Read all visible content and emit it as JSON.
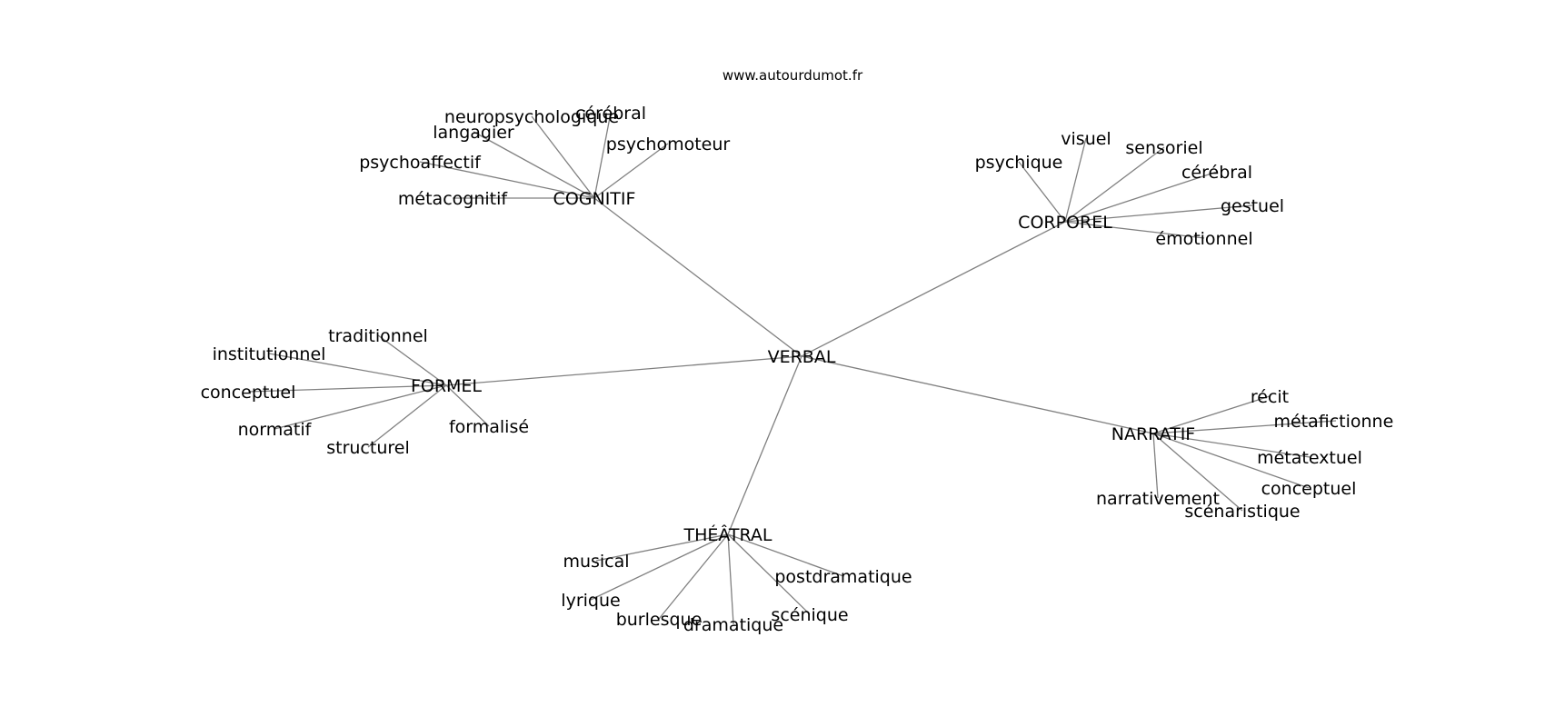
{
  "source": "www.autourdumot.fr",
  "center": "VERBAL",
  "hubs": {
    "cognitif": {
      "label": "COGNITIF",
      "leaves": [
        "neuropsychologique",
        "cérébral",
        "langagier",
        "psychomoteur",
        "psychoaffectif",
        "métacognitif"
      ]
    },
    "corporel": {
      "label": "CORPOREL",
      "leaves": [
        "visuel",
        "sensoriel",
        "cérébral",
        "gestuel",
        "psychique",
        "émotionnel"
      ]
    },
    "formel": {
      "label": "FORMEL",
      "leaves": [
        "traditionnel",
        "institutionnel",
        "conceptuel",
        "normatif",
        "structurel",
        "formalisé"
      ]
    },
    "narratif": {
      "label": "NARRATIF",
      "leaves": [
        "récit",
        "métafictionnel",
        "métatextuel",
        "conceptuel",
        "narrativement",
        "scénaristique"
      ]
    },
    "theatral": {
      "label": "THÉÂTRAL",
      "leaves": [
        "musical",
        "postdramatique",
        "lyrique",
        "scénique",
        "burlesque",
        "dramatique"
      ]
    }
  }
}
